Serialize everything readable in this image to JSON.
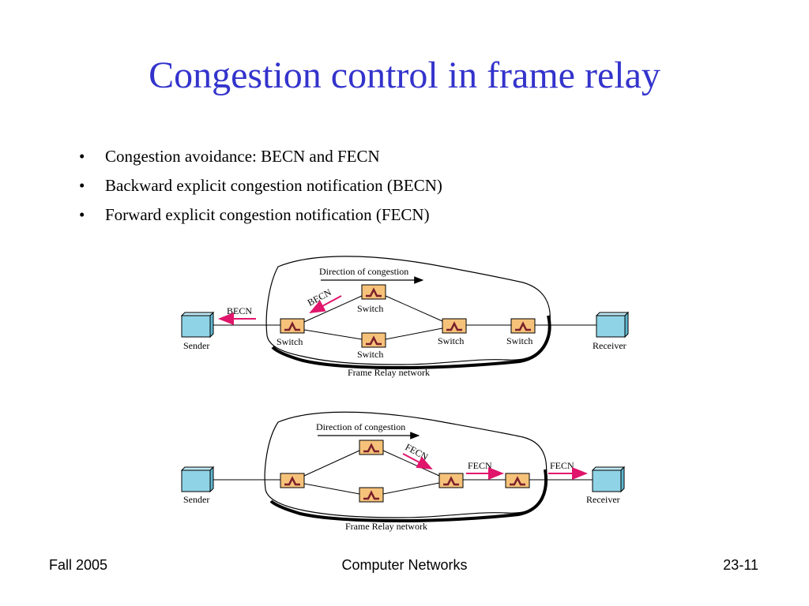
{
  "slide": {
    "title": "Congestion control in frame relay",
    "bullets": [
      "Congestion avoidance: BECN and FECN",
      "Backward explicit congestion notification (BECN)",
      "Forward explicit congestion notification (FECN)"
    ]
  },
  "diagram_top": {
    "direction_label": "Direction of congestion",
    "becn_inside_label": "BECN",
    "becn_outside_label": "BECN",
    "sender_label": "Sender",
    "receiver_label": "Receiver",
    "switch_labels": [
      "Switch",
      "Switch",
      "Switch",
      "Switch",
      "Switch"
    ],
    "network_label": "Frame Relay network"
  },
  "diagram_bottom": {
    "direction_label": "Direction of congestion",
    "fecn_labels": [
      "FECN",
      "FECN",
      "FECN"
    ],
    "sender_label": "Sender",
    "receiver_label": "Receiver",
    "network_label": "Frame Relay network"
  },
  "colors": {
    "title": "#3333cc",
    "switch_fill": "#f6c27a",
    "switch_symbol": "#7a1f2b",
    "device_fill": "#8fd3e6",
    "notification_arrow": "#e0156b"
  },
  "footer": {
    "left": "Fall 2005",
    "center": "Computer Networks",
    "right": "23-11"
  }
}
